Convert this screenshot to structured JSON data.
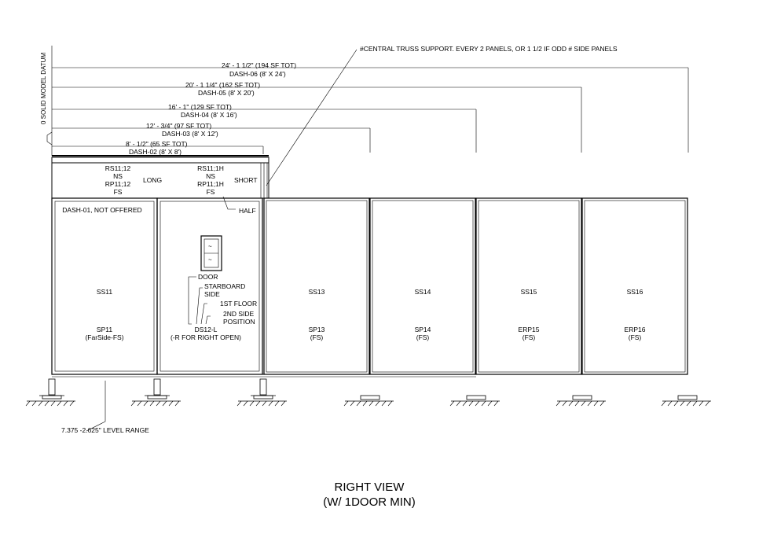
{
  "note": "#CENTRAL TRUSS SUPPORT.  EVERY 2 PANELS, OR 1 1/2 IF ODD # SIDE PANELS",
  "datum_label": "0 SOLID MODEL DATUM",
  "dimensions": [
    {
      "length": "24' - 1 1/2\"  (194 SF TOT)",
      "model": "DASH-06 (8' X 24')"
    },
    {
      "length": "20' - 1 1/4\"  (162 SF TOT)",
      "model": "DASH-05 (8' X 20')"
    },
    {
      "length": "16' - 1\"  (129 SF TOT)",
      "model": "DASH-04 (8' X 16')"
    },
    {
      "length": "12' - 3/4\"  (97 SF TOT)",
      "model": "DASH-03 (8' X 12')"
    },
    {
      "length": "8' - 1/2\"  (65 SF TOT)",
      "model": "DASH-02 (8' X 8')"
    }
  ],
  "roof": {
    "long": {
      "lines": [
        "RS11;12",
        "NS",
        "RP11;12",
        "FS"
      ],
      "tag": "LONG"
    },
    "short": {
      "lines": [
        "RS11;1H",
        "NS",
        "RP11;1H",
        "FS"
      ],
      "tag": "SHORT"
    },
    "half": "HALF"
  },
  "panels": [
    {
      "top": "DASH-01, NOT OFFERED",
      "mid": "SS11",
      "code": "SP11",
      "note": "(FarSide-FS)"
    },
    {
      "top": "",
      "mid": "",
      "code": "DS12-L",
      "note": "(-R FOR RIGHT OPEN)"
    },
    {
      "top": "",
      "mid": "SS13",
      "code": "SP13",
      "note": "(FS)"
    },
    {
      "top": "",
      "mid": "SS14",
      "code": "SP14",
      "note": "(FS)"
    },
    {
      "top": "",
      "mid": "SS15",
      "code": "ERP15",
      "note": "(FS)"
    },
    {
      "top": "",
      "mid": "SS16",
      "code": "ERP16",
      "note": "(FS)"
    }
  ],
  "door_callouts": [
    "DOOR",
    "STARBOARD",
    "SIDE",
    "1ST FLOOR",
    "2ND SIDE",
    "POSITION"
  ],
  "level_range": "7.375  -2.625\" LEVEL RANGE",
  "title": {
    "line1": "RIGHT VIEW",
    "line2": "(W/ 1DOOR MIN)"
  },
  "door_glyph": "~"
}
